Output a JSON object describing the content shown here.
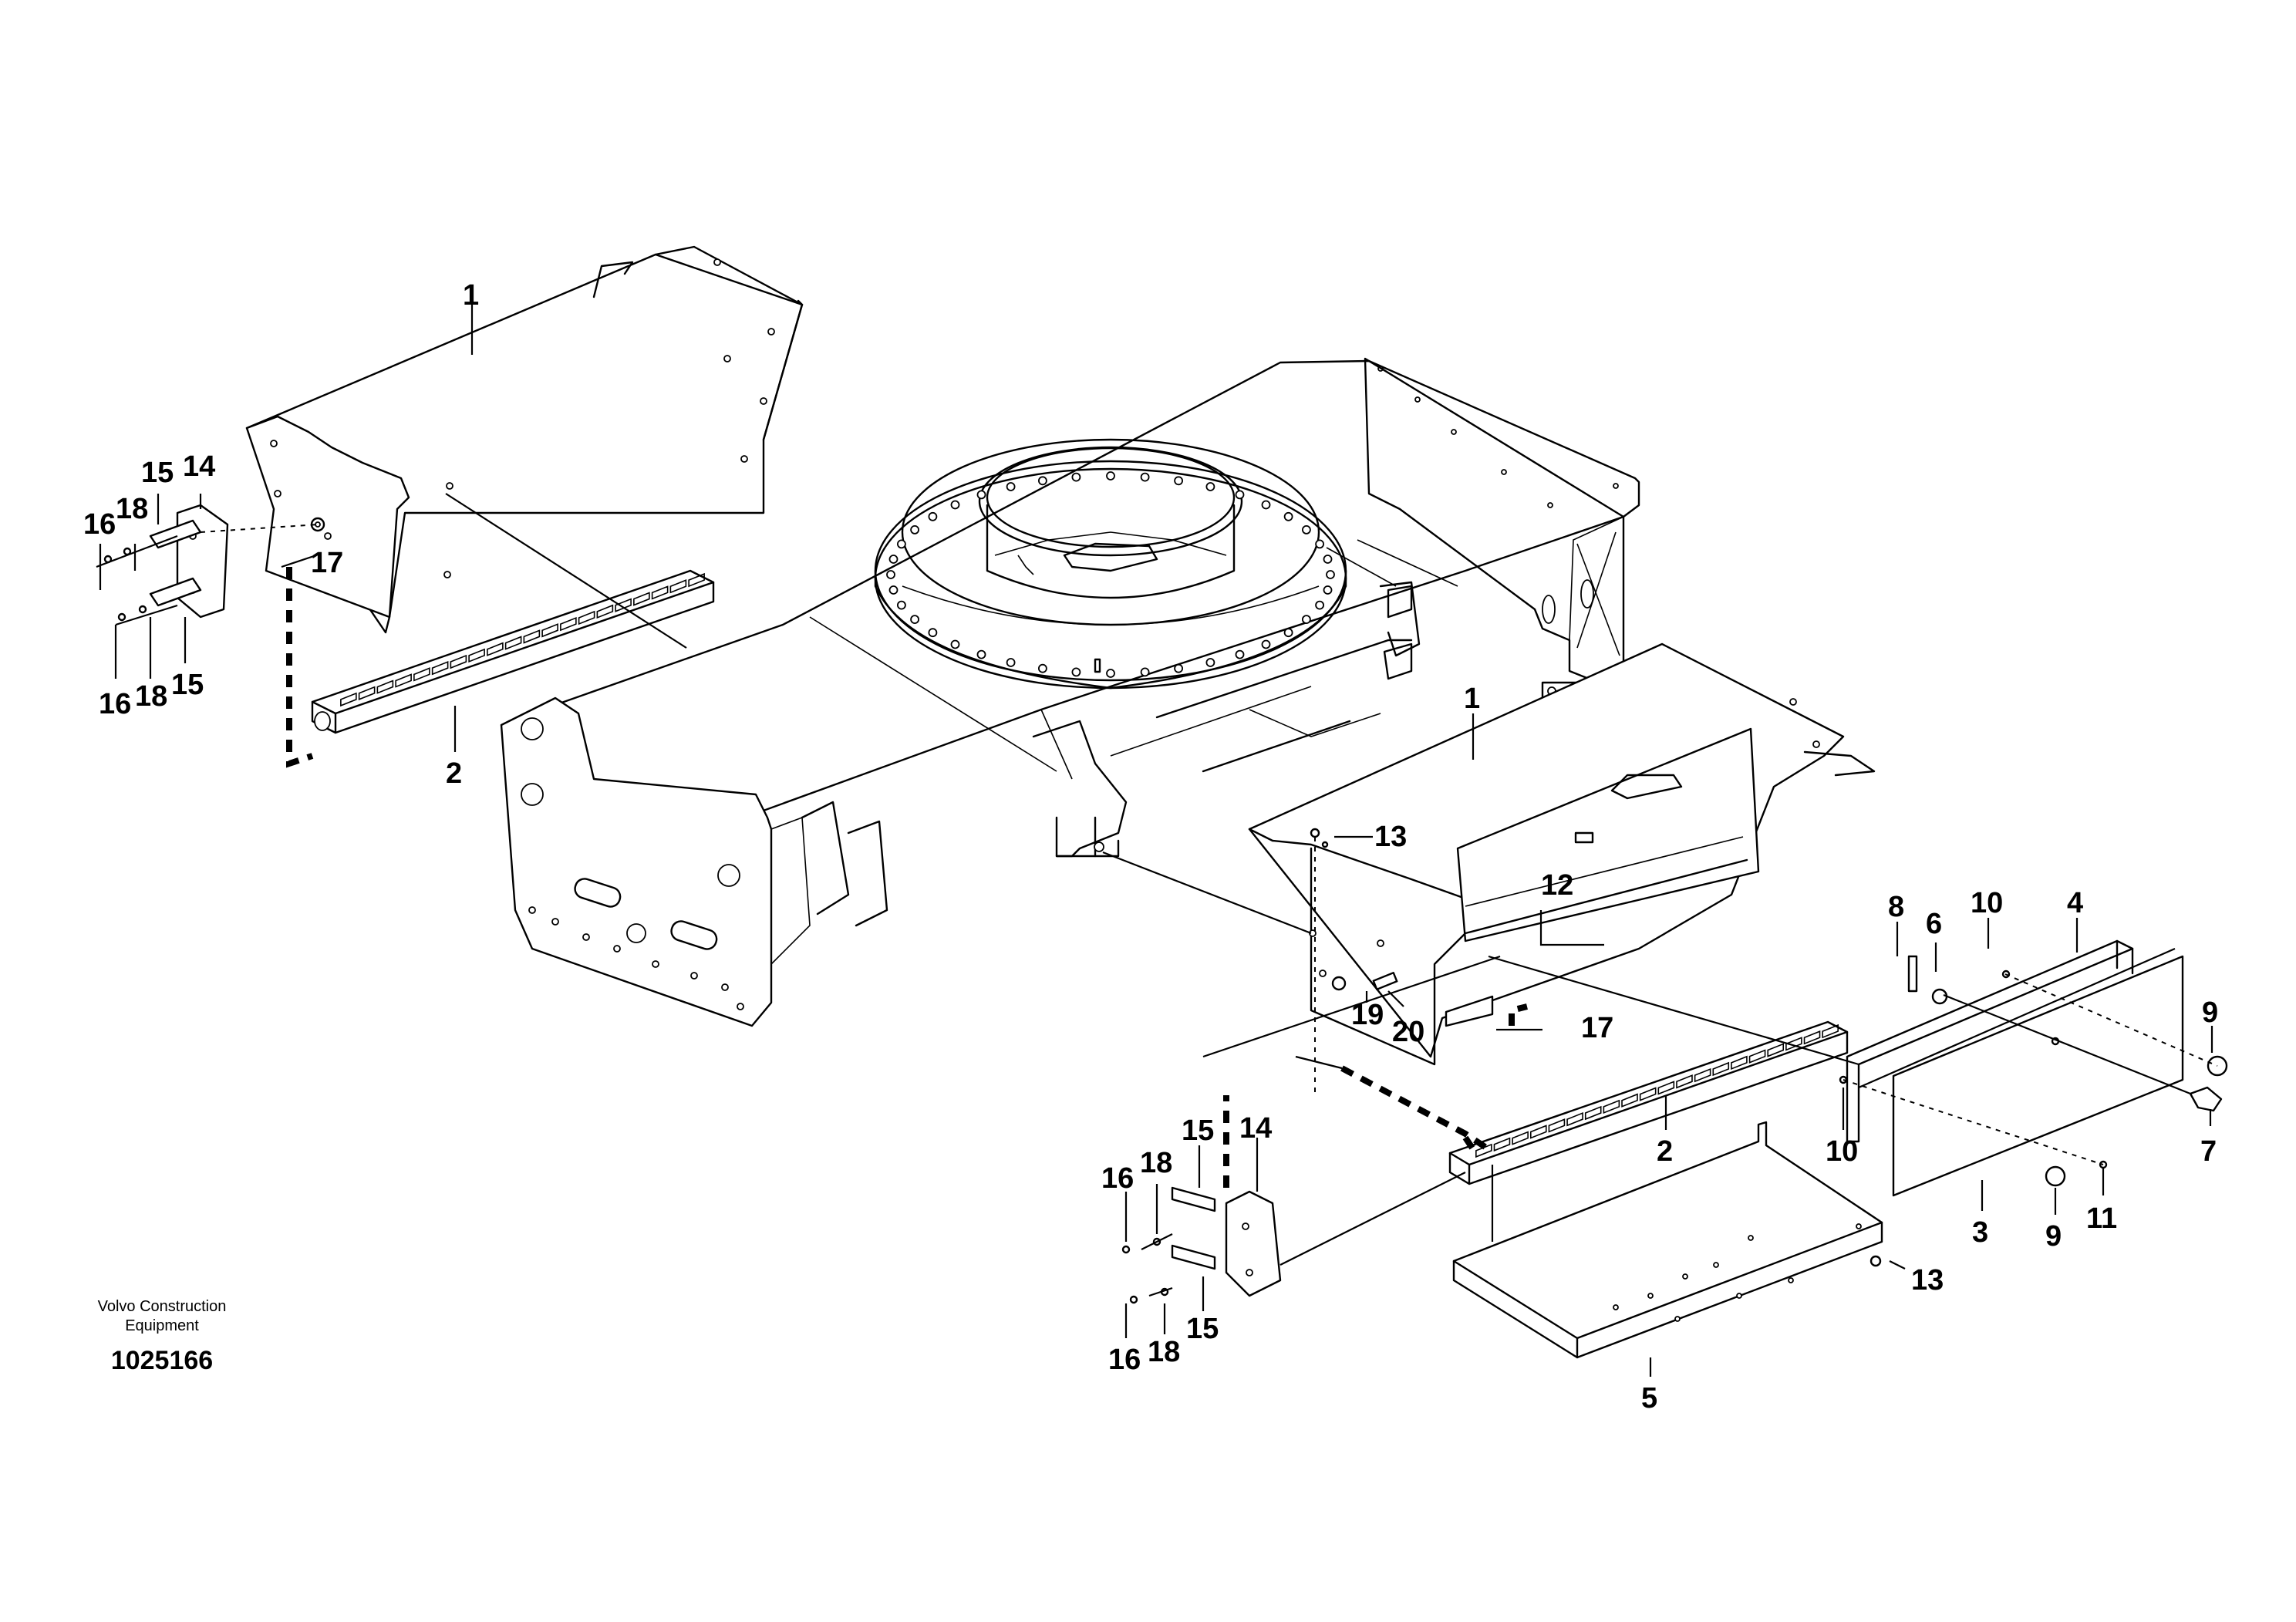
{
  "title": "",
  "brand": {
    "line1": "Volvo Construction",
    "line2": "Equipment"
  },
  "document_number": "1025166",
  "labels": [
    {
      "id": "l1a",
      "text": "1"
    },
    {
      "id": "l2a",
      "text": "2"
    },
    {
      "id": "l14a",
      "text": "14"
    },
    {
      "id": "l15a",
      "text": "15"
    },
    {
      "id": "l16a",
      "text": "16"
    },
    {
      "id": "l18a",
      "text": "18"
    },
    {
      "id": "l17a",
      "text": "17"
    },
    {
      "id": "l16b",
      "text": "16"
    },
    {
      "id": "l18b",
      "text": "18"
    },
    {
      "id": "l15b",
      "text": "15"
    },
    {
      "id": "l1b",
      "text": "1"
    },
    {
      "id": "l13a",
      "text": "13"
    },
    {
      "id": "l12",
      "text": "12"
    },
    {
      "id": "l19",
      "text": "19"
    },
    {
      "id": "l20",
      "text": "20"
    },
    {
      "id": "l17b",
      "text": "17"
    },
    {
      "id": "l8",
      "text": "8"
    },
    {
      "id": "l6",
      "text": "6"
    },
    {
      "id": "l10a",
      "text": "10"
    },
    {
      "id": "l4",
      "text": "4"
    },
    {
      "id": "l9a",
      "text": "9"
    },
    {
      "id": "l7",
      "text": "7"
    },
    {
      "id": "l10b",
      "text": "10"
    },
    {
      "id": "l3",
      "text": "3"
    },
    {
      "id": "l9b",
      "text": "9"
    },
    {
      "id": "l11",
      "text": "11"
    },
    {
      "id": "l2b",
      "text": "2"
    },
    {
      "id": "l14b",
      "text": "14"
    },
    {
      "id": "l15c",
      "text": "15"
    },
    {
      "id": "l18c",
      "text": "18"
    },
    {
      "id": "l16c",
      "text": "16"
    },
    {
      "id": "l16d",
      "text": "16"
    },
    {
      "id": "l18d",
      "text": "18"
    },
    {
      "id": "l15d",
      "text": "15"
    },
    {
      "id": "l13b",
      "text": "13"
    },
    {
      "id": "l5",
      "text": "5"
    }
  ]
}
